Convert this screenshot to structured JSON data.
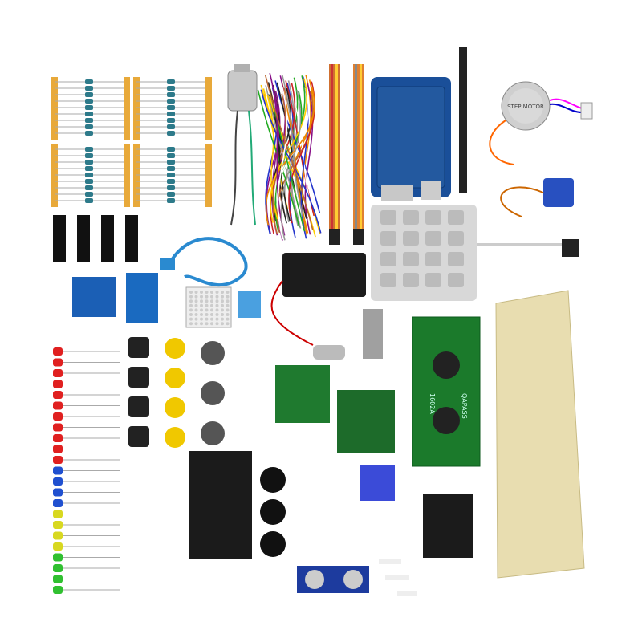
{
  "scene": {
    "background": "#ffffff",
    "lcd_text": "1602A",
    "lcd_brand": "QAPASS",
    "stepper_text": "STEP MOTOR",
    "colors": {
      "arduino_blue": "#1a4f99",
      "pcb_green": "#1f7a2f",
      "breadboard": "#e8ddb0",
      "resistor_tape": "#e8a93a",
      "led_red": "#e02020",
      "led_blue": "#2050d0",
      "led_yellow": "#d8d820",
      "led_green": "#30c030",
      "servo_blue": "#2850c0",
      "potentiometer_yellow": "#f0c800"
    }
  }
}
